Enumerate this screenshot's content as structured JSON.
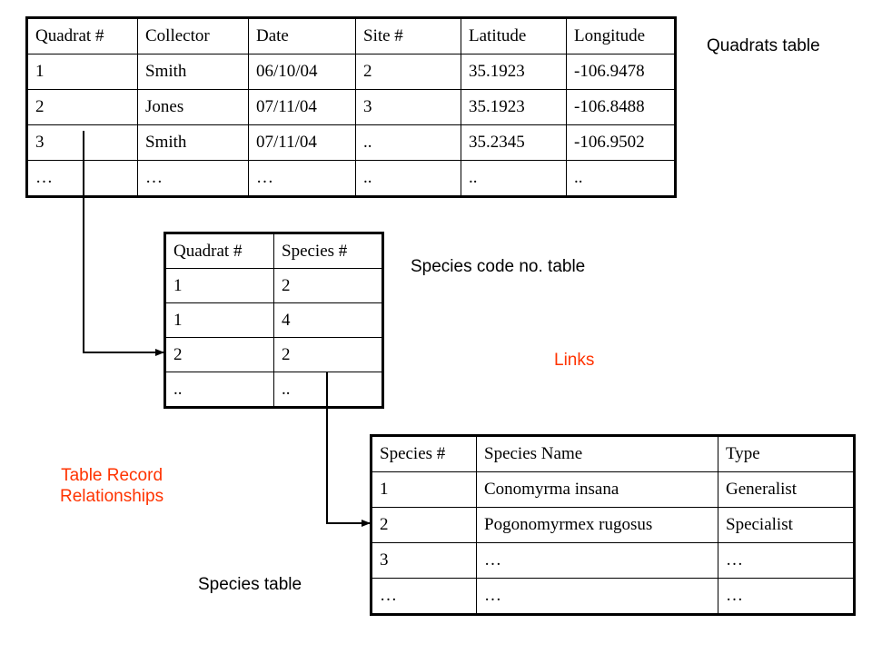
{
  "quadrats_table": {
    "label": "Quadrats table",
    "headers": [
      "Quadrat #",
      "Collector",
      "Date",
      "Site #",
      "Latitude",
      "Longitude"
    ],
    "rows": [
      [
        "1",
        "Smith",
        "06/10/04",
        "2",
        "35.1923",
        "-106.9478"
      ],
      [
        "2",
        "Jones",
        "07/11/04",
        "3",
        "35.1923",
        "-106.8488"
      ],
      [
        "3",
        "Smith",
        "07/11/04",
        "..",
        "35.2345",
        "-106.9502"
      ],
      [
        "…",
        "…",
        "…",
        "..",
        "..",
        ".."
      ]
    ]
  },
  "species_code_table": {
    "label": "Species code no. table",
    "headers": [
      "Quadrat #",
      "Species #"
    ],
    "rows": [
      [
        "1",
        "2"
      ],
      [
        "1",
        "4"
      ],
      [
        "2",
        "2"
      ],
      [
        "..",
        ".."
      ]
    ]
  },
  "species_table": {
    "label": "Species table",
    "headers": [
      "Species #",
      "Species Name",
      "Type"
    ],
    "rows": [
      [
        "1",
        "Conomyrma insana",
        "Generalist"
      ],
      [
        "2",
        "Pogonomyrmex rugosus",
        "Specialist"
      ],
      [
        "3",
        "…",
        "…"
      ],
      [
        "…",
        "…",
        "…"
      ]
    ]
  },
  "annotations": {
    "links": "Links",
    "relationships_line1": "Table Record",
    "relationships_line2": "Relationships"
  },
  "colors": {
    "accent": "#ff3300",
    "text": "#000000",
    "border": "#000000"
  }
}
